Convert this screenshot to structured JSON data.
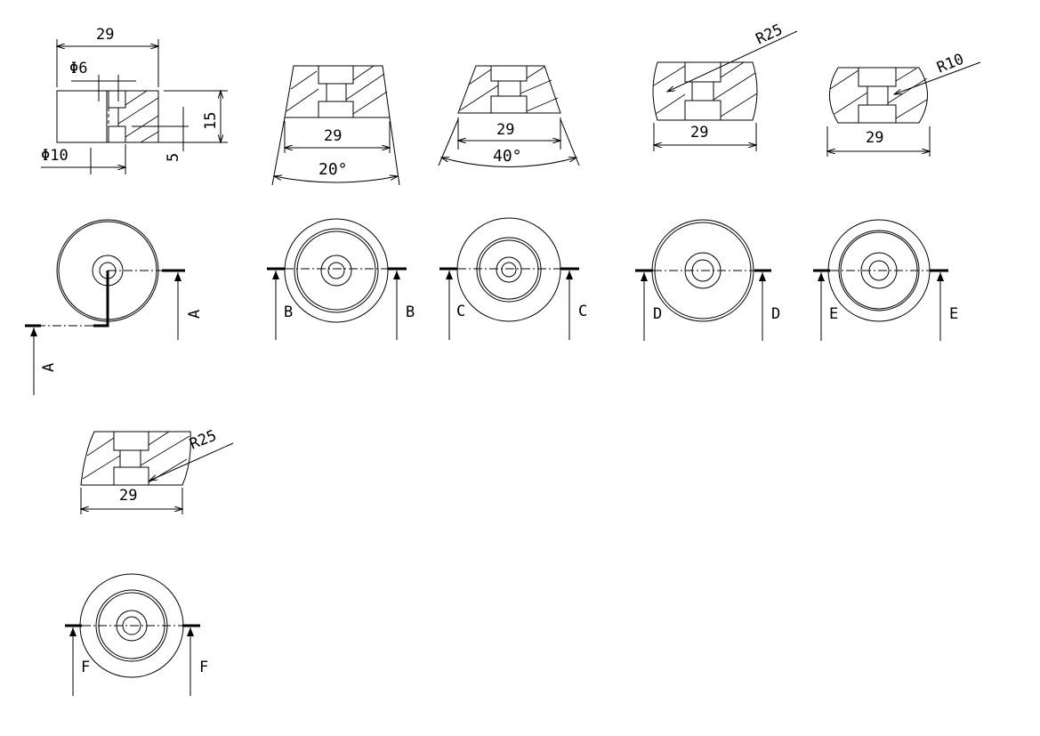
{
  "drawing": {
    "view_a_section": {
      "width": "29",
      "counterbore": "Φ6",
      "height": "15",
      "through_hole": "Φ10",
      "depth": "5"
    },
    "view_b_section": {
      "width": "29",
      "angle": "20°"
    },
    "view_c_section": {
      "width": "29",
      "angle": "40°"
    },
    "view_d_section": {
      "radius": "R25",
      "width": "29"
    },
    "view_e_section": {
      "radius": "R10",
      "width": "29"
    },
    "view_f_section": {
      "radius": "R25",
      "width": "29"
    },
    "section_marks": {
      "a": [
        "A",
        "A"
      ],
      "b": [
        "B",
        "B"
      ],
      "c": [
        "C",
        "C"
      ],
      "d": [
        "D",
        "D"
      ],
      "e": [
        "E",
        "E"
      ],
      "f": [
        "F",
        "F"
      ]
    }
  }
}
